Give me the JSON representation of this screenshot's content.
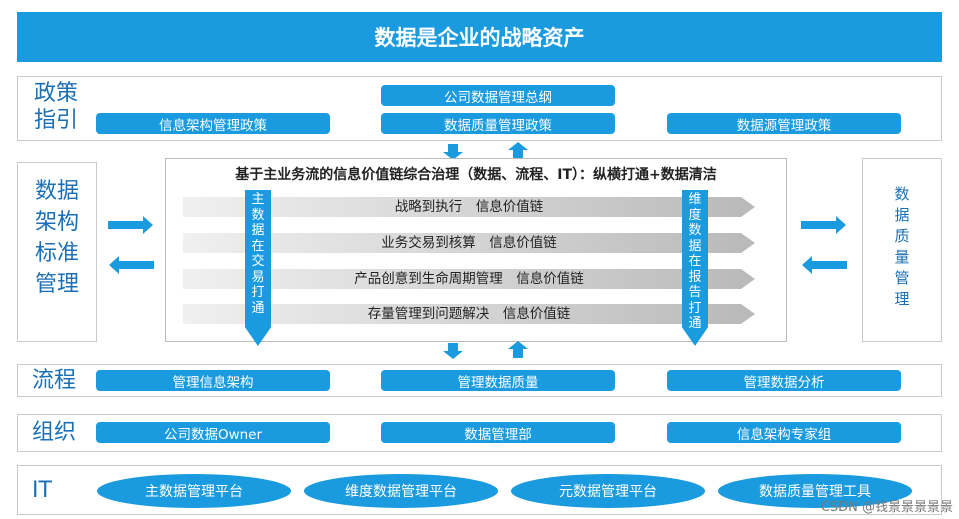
{
  "title": "数据是企业的战略资产",
  "policy": {
    "label_line1": "政策",
    "label_line2": "指引",
    "items": [
      "公司数据管理总纲",
      "信息架构管理政策",
      "数据质量管理政策",
      "数据源管理政策"
    ]
  },
  "left_panel": {
    "chars": [
      "数",
      "据",
      "架",
      "构",
      "标",
      "准",
      "管",
      "理"
    ]
  },
  "right_panel": {
    "chars": [
      "数",
      "据",
      "质",
      "量",
      "管",
      "理"
    ]
  },
  "center": {
    "heading": "基于主业务流的信息价值链综合治理（数据、流程、IT）：纵横打通+数据清洁",
    "chains": [
      "战略到执行　信息价值链",
      "业务交易到核算　信息价值链",
      "产品创意到生命周期管理　信息价值链",
      "存量管理到问题解决　信息价值链"
    ],
    "left_bar_chars": [
      "主",
      "数",
      "据",
      "在",
      "交",
      "易",
      "打",
      "通"
    ],
    "right_bar_chars": [
      "维",
      "度",
      "数",
      "据",
      "在",
      "报",
      "告",
      "打",
      "通"
    ]
  },
  "process": {
    "label": "流程",
    "items": [
      "管理信息架构",
      "管理数据质量",
      "管理数据分析"
    ]
  },
  "organization": {
    "label": "组织",
    "items": [
      "公司数据Owner",
      "数据管理部",
      "信息架构专家组"
    ]
  },
  "it": {
    "label": "IT",
    "items": [
      "主数据管理平台",
      "维度数据管理平台",
      "元数据管理平台",
      "数据质量管理工具"
    ]
  },
  "watermark": "CSDN @钱景景景景景",
  "colors": {
    "accent": "#1a9bdf",
    "label_text": "#1a6fb5"
  }
}
